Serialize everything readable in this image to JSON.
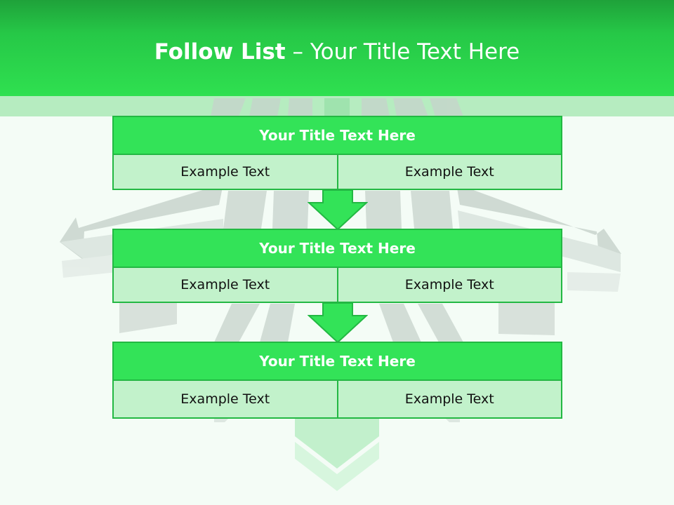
{
  "slide": {
    "title_bold": "Follow List",
    "title_rest": "– Your Title Text Here"
  },
  "steps": [
    {
      "title": "Your Title Text Here",
      "left": "Example Text",
      "right": "Example Text"
    },
    {
      "title": "Your Title Text Here",
      "left": "Example Text",
      "right": "Example Text"
    },
    {
      "title": "Your Title Text Here",
      "left": "Example Text",
      "right": "Example Text"
    }
  ],
  "colors": {
    "accent": "#33e358",
    "accent_border": "#23b843",
    "cell_fill": "#c2f2cb",
    "header_dark": "#1fa23a"
  }
}
